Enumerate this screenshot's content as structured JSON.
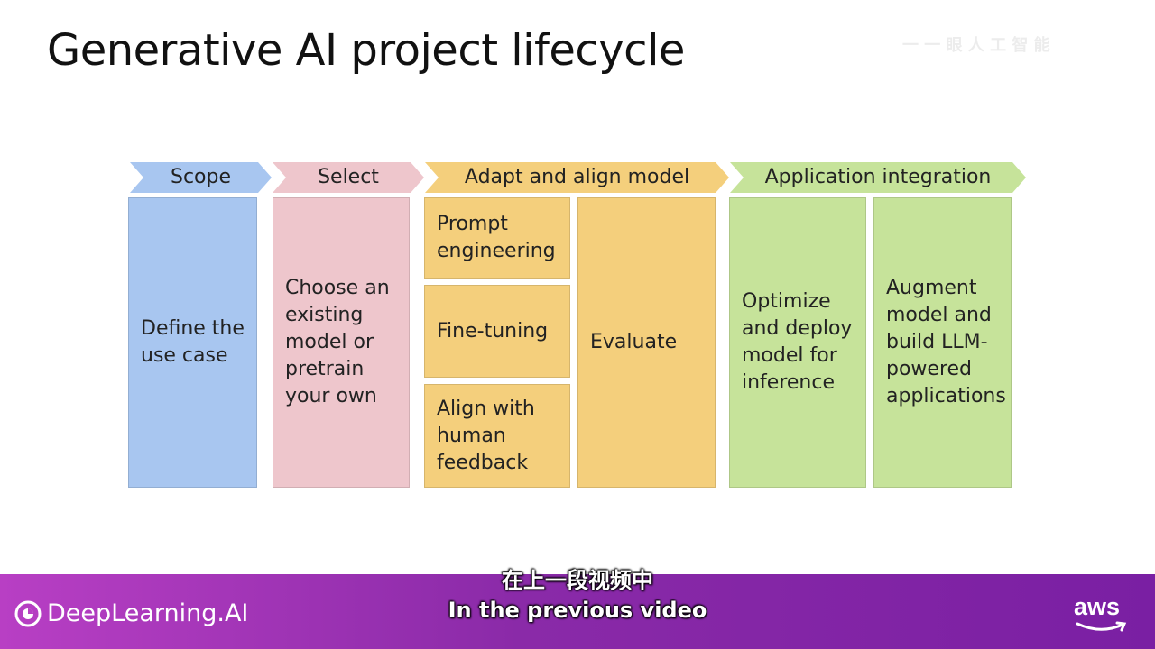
{
  "slide": {
    "title": "Generative AI project lifecycle"
  },
  "watermark": "一 一 眼 人 工 智 能",
  "colors": {
    "scope": "#a8c6f0",
    "select": "#eec6cc",
    "adapt": "#f4cf7c",
    "application": "#c6e39a",
    "banner": "#8a2aa8"
  },
  "stages": [
    {
      "label": "Scope"
    },
    {
      "label": "Select"
    },
    {
      "label": "Adapt and align model"
    },
    {
      "label": "Application integration"
    }
  ],
  "boxes": {
    "define": [
      "Define the",
      "use case"
    ],
    "choose": [
      "Choose an",
      "existing",
      "model or",
      "pretrain",
      "your own"
    ],
    "prompt": [
      "Prompt",
      "engineering"
    ],
    "finetune": [
      "Fine-tuning"
    ],
    "align": [
      "Align with",
      "human",
      "feedback"
    ],
    "evaluate": [
      "Evaluate"
    ],
    "optimize": [
      "Optimize",
      "and deploy",
      "model for",
      "inference"
    ],
    "augment": [
      "Augment",
      "model and",
      "build LLM-",
      "powered",
      "applications"
    ]
  },
  "footer": {
    "brand": "DeepLearning.AI",
    "partner": "aws"
  },
  "subtitles": {
    "chinese": "在上一段视频中",
    "english": "In the previous video"
  }
}
